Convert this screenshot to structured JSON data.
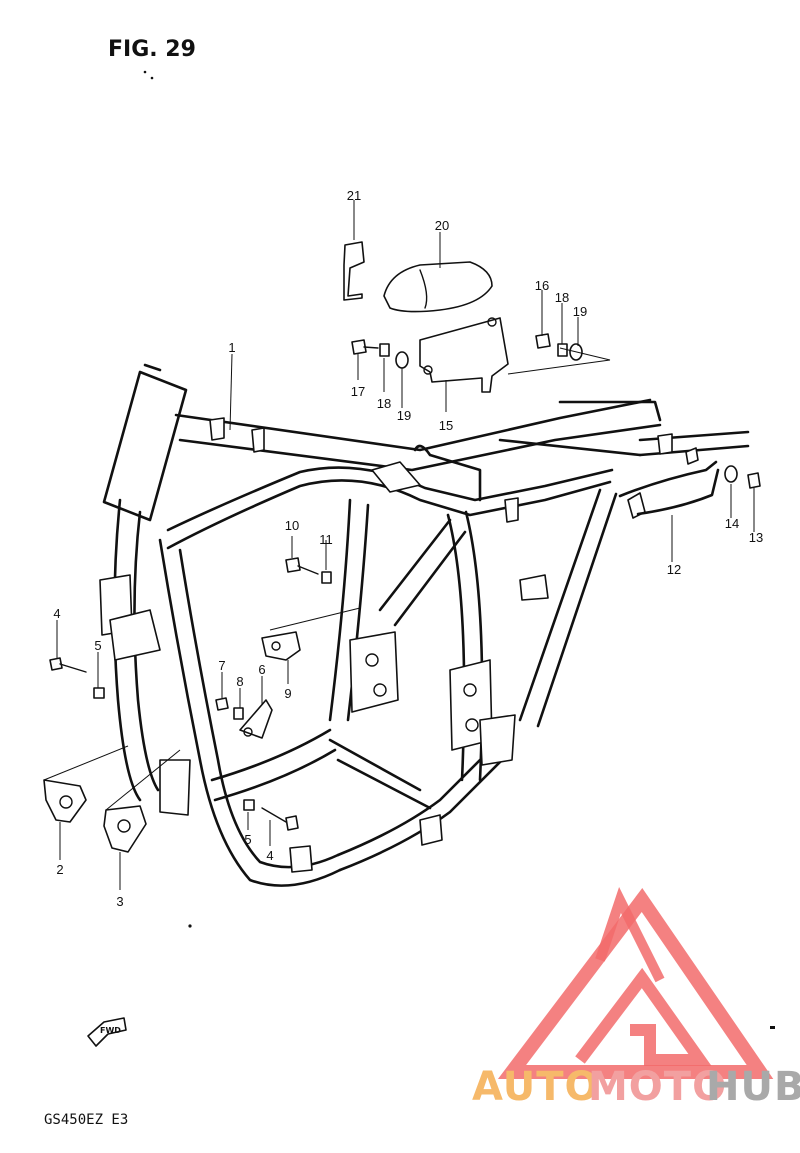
{
  "figure": {
    "title": "FIG. 29",
    "model": "GS450EZ  E3"
  },
  "fwd_label": "FWD",
  "watermark": {
    "word_a": "AUTO",
    "word_b": "MOTO",
    "word_c": "HUB",
    "color_a": "#f6b96a",
    "color_b": "#f2a0a0",
    "color_c": "#a9a9a9",
    "logo_color": "#f26b6b"
  },
  "callouts": [
    {
      "id": "c1",
      "label": "1"
    },
    {
      "id": "c2",
      "label": "2"
    },
    {
      "id": "c3",
      "label": "3"
    },
    {
      "id": "c4a",
      "label": "4"
    },
    {
      "id": "c4b",
      "label": "4"
    },
    {
      "id": "c5a",
      "label": "5"
    },
    {
      "id": "c5b",
      "label": "5"
    },
    {
      "id": "c6",
      "label": "6"
    },
    {
      "id": "c7",
      "label": "7"
    },
    {
      "id": "c8",
      "label": "8"
    },
    {
      "id": "c9",
      "label": "9"
    },
    {
      "id": "c10",
      "label": "10"
    },
    {
      "id": "c11",
      "label": "11"
    },
    {
      "id": "c12",
      "label": "12"
    },
    {
      "id": "c13",
      "label": "13"
    },
    {
      "id": "c14",
      "label": "14"
    },
    {
      "id": "c15",
      "label": "15"
    },
    {
      "id": "c16",
      "label": "16"
    },
    {
      "id": "c17",
      "label": "17"
    },
    {
      "id": "c18a",
      "label": "18"
    },
    {
      "id": "c18b",
      "label": "18"
    },
    {
      "id": "c19a",
      "label": "19"
    },
    {
      "id": "c19b",
      "label": "19"
    },
    {
      "id": "c20",
      "label": "20"
    },
    {
      "id": "c21",
      "label": "21"
    }
  ]
}
